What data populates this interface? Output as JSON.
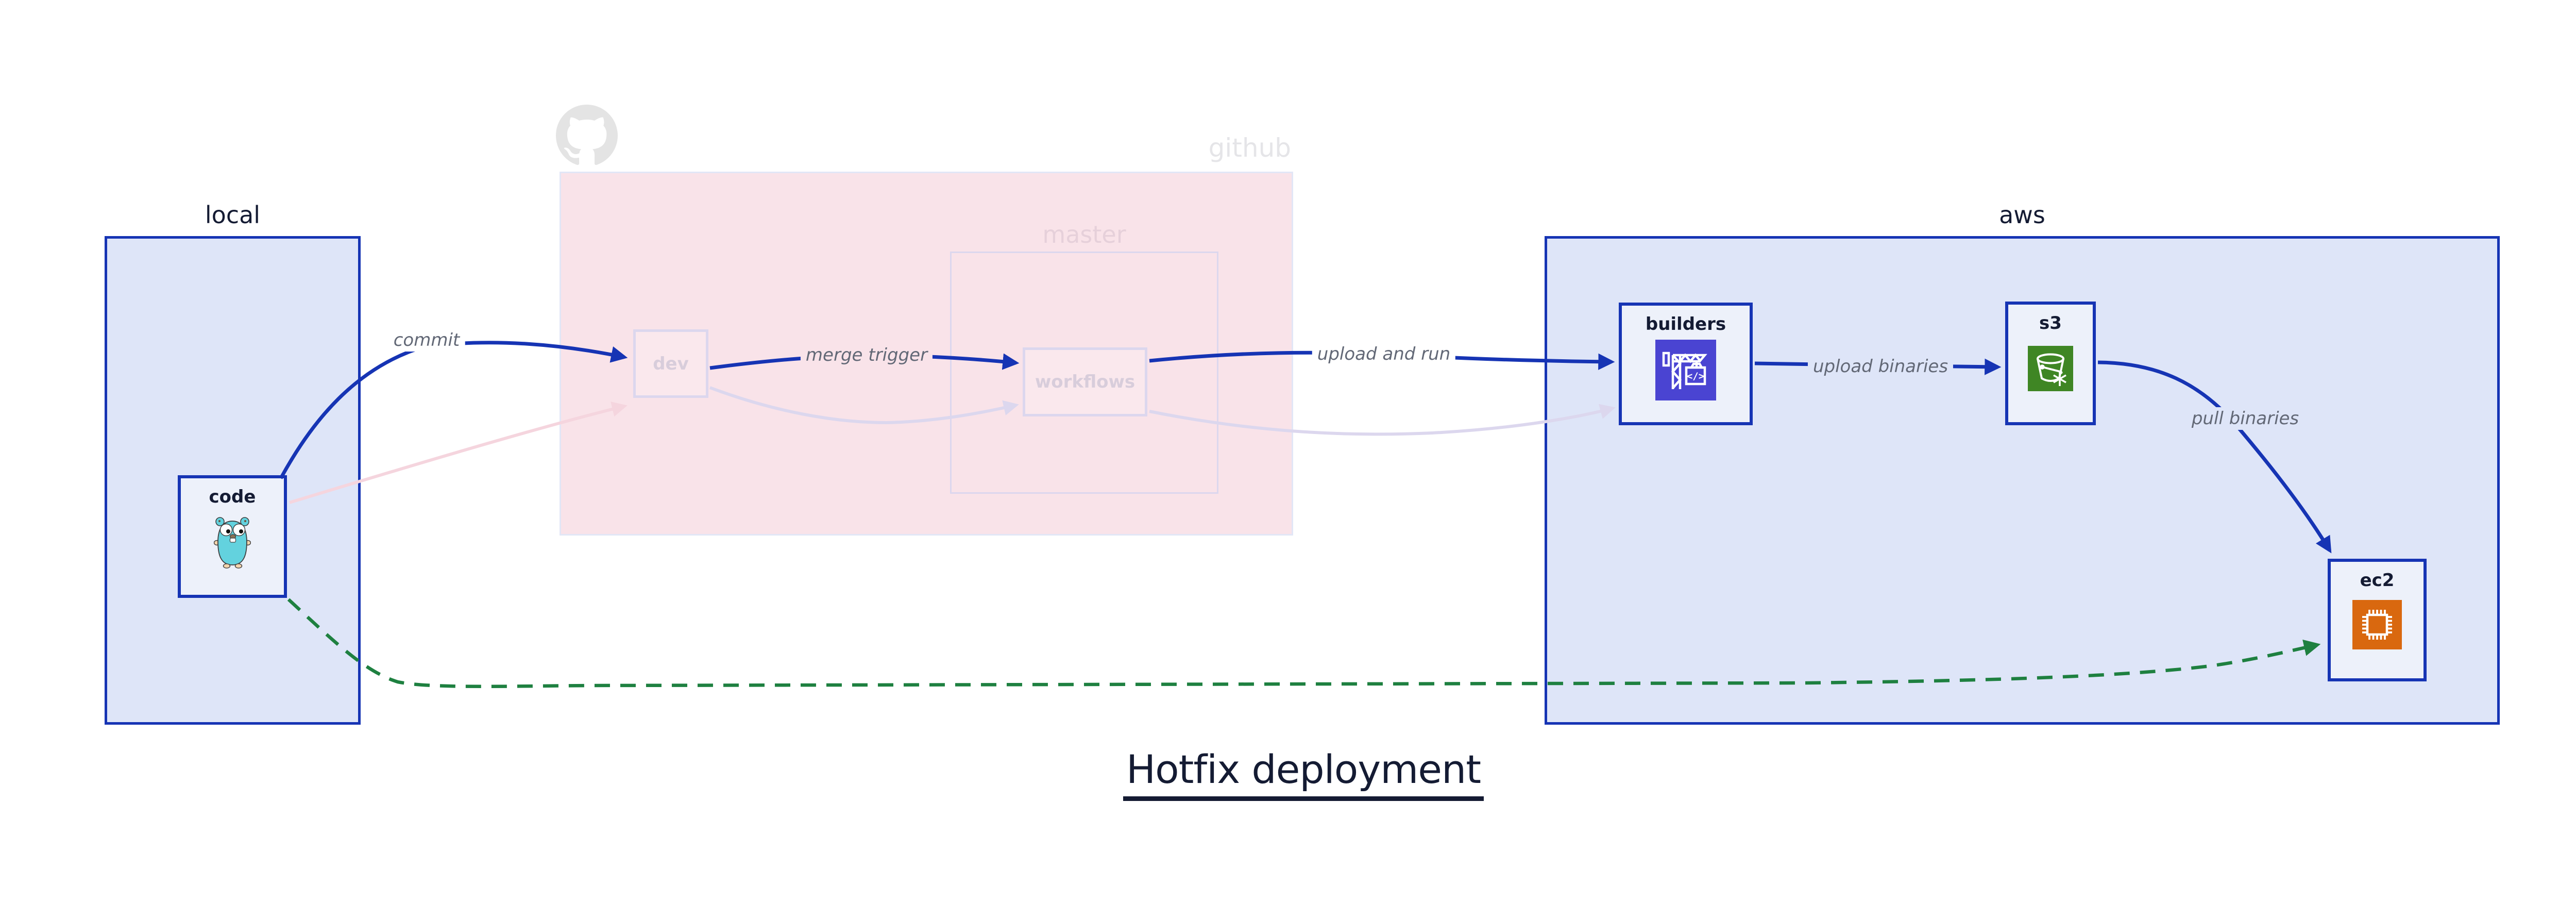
{
  "title": "Hotfix deployment",
  "groups": {
    "local": {
      "label": "local"
    },
    "github": {
      "label": "github",
      "master": {
        "label": "master"
      }
    },
    "aws": {
      "label": "aws"
    }
  },
  "nodes": {
    "code": {
      "label": "code",
      "icon": "gopher-icon"
    },
    "dev": {
      "label": "dev"
    },
    "workflows": {
      "label": "workflows"
    },
    "builders": {
      "label": "builders",
      "icon": "codebuild-crane-icon"
    },
    "s3": {
      "label": "s3",
      "icon": "s3-glacier-bucket-icon"
    },
    "ec2": {
      "label": "ec2",
      "icon": "ec2-chip-icon"
    }
  },
  "edges": {
    "commit": {
      "label": "commit",
      "style": "solid-blue"
    },
    "merge_trigger": {
      "label": "merge trigger",
      "style": "solid-blue"
    },
    "upload_and_run": {
      "label": "upload and run",
      "style": "solid-blue"
    },
    "upload_binaries": {
      "label": "upload binaries",
      "style": "solid-blue"
    },
    "pull_binaries": {
      "label": "pull binaries",
      "style": "solid-blue"
    },
    "hotfix_path": {
      "label": "",
      "style": "dashed-green"
    },
    "faded_code_to_dev": {
      "label": "",
      "style": "faded-pink"
    },
    "faded_dev_to_workflows": {
      "label": "",
      "style": "faded-lavender"
    },
    "faded_workflows_to_builders": {
      "label": "",
      "style": "faded-lavender"
    }
  },
  "colors": {
    "blue_accent": "#1634b4",
    "green_hotfix": "#1e8040",
    "group_fill_blue": "#dee5f8",
    "group_fill_pink": "#f9e3e9",
    "node_fill": "#edf1fa",
    "faded_border": "#dcd7ee",
    "edge_label_gray": "#626876",
    "builders_icon_bg": "#4a44d2",
    "s3_icon_bg": "#3f8624",
    "ec2_icon_bg": "#d9680f",
    "gopher_teal": "#63d2de"
  }
}
